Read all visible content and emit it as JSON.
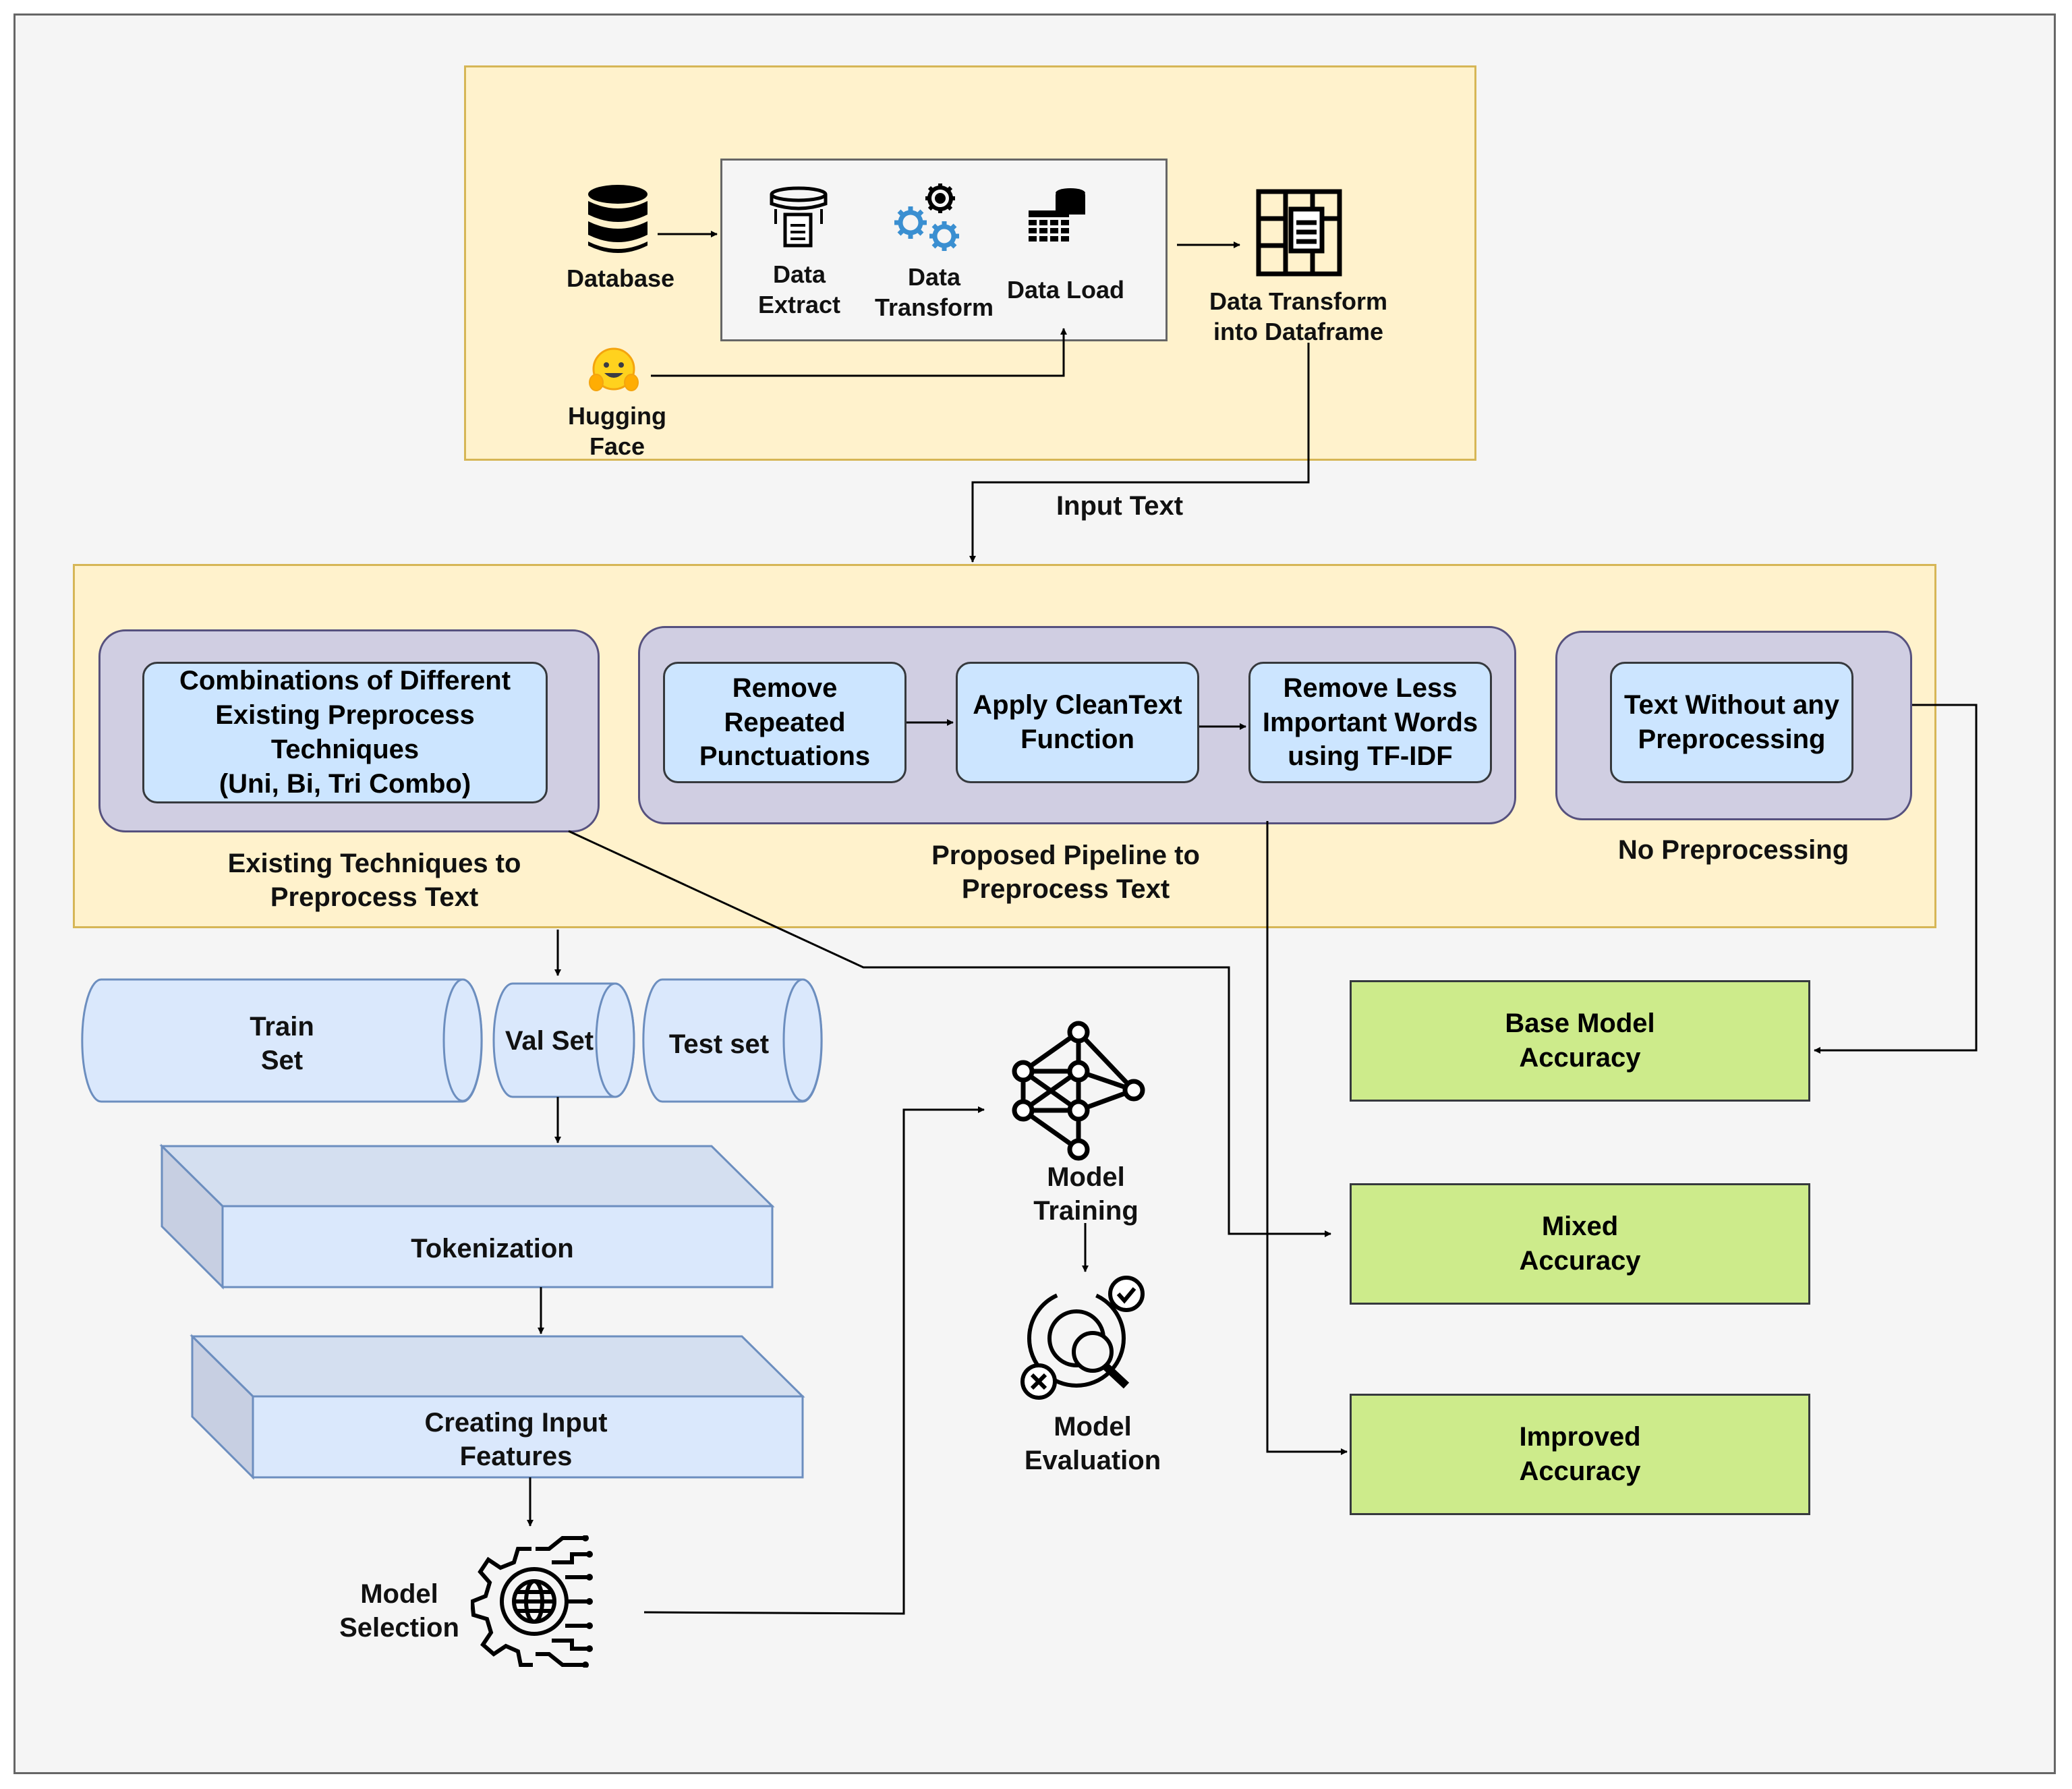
{
  "etl": {
    "database": "Database",
    "hugging_face": "Hugging\nFace",
    "data_extract": "Data\nExtract",
    "data_transform": "Data\nTransform",
    "data_load": "Data Load",
    "dataframe": "Data Transform\ninto Dataframe"
  },
  "input_text": "Input Text",
  "preprocess": {
    "existing_box": "Combinations of Different\nExisting Preprocess\nTechniques\n(Uni, Bi, Tri Combo)",
    "existing_caption": "Existing Techniques to\nPreprocess Text",
    "remove_punct": "Remove\nRepeated\nPunctuations",
    "cleantext": "Apply CleanText\nFunction",
    "tfidf": "Remove Less\nImportant Words\nusing TF-IDF",
    "proposed_caption": "Proposed Pipeline to\nPreprocess Text",
    "no_pre_box": "Text Without any\nPreprocessing",
    "no_pre_caption": "No Preprocessing"
  },
  "splits": {
    "train": "Train\nSet",
    "val": "Val Set",
    "test": "Test set"
  },
  "tokenization": "Tokenization",
  "input_features": "Creating Input\nFeatures",
  "model_selection": "Model\nSelection",
  "model_training": "Model\nTraining",
  "model_evaluation": "Model\nEvaluation",
  "results": {
    "base": "Base Model\nAccuracy",
    "mixed": "Mixed\nAccuracy",
    "improved": "Improved\nAccuracy"
  },
  "colors": {
    "section_fill": "#fff2cc",
    "section_border": "#d6b656",
    "group_fill": "#d0cee2",
    "step_fill": "#cce5ff",
    "result_fill": "#cdeb8b",
    "split_fill": "#dae8fc"
  },
  "icons": [
    "database-icon",
    "hugging-face-icon",
    "data-extract-icon",
    "gears-icon",
    "data-load-icon",
    "dataframe-icon",
    "neural-network-icon",
    "evaluation-icon",
    "model-selection-icon"
  ]
}
